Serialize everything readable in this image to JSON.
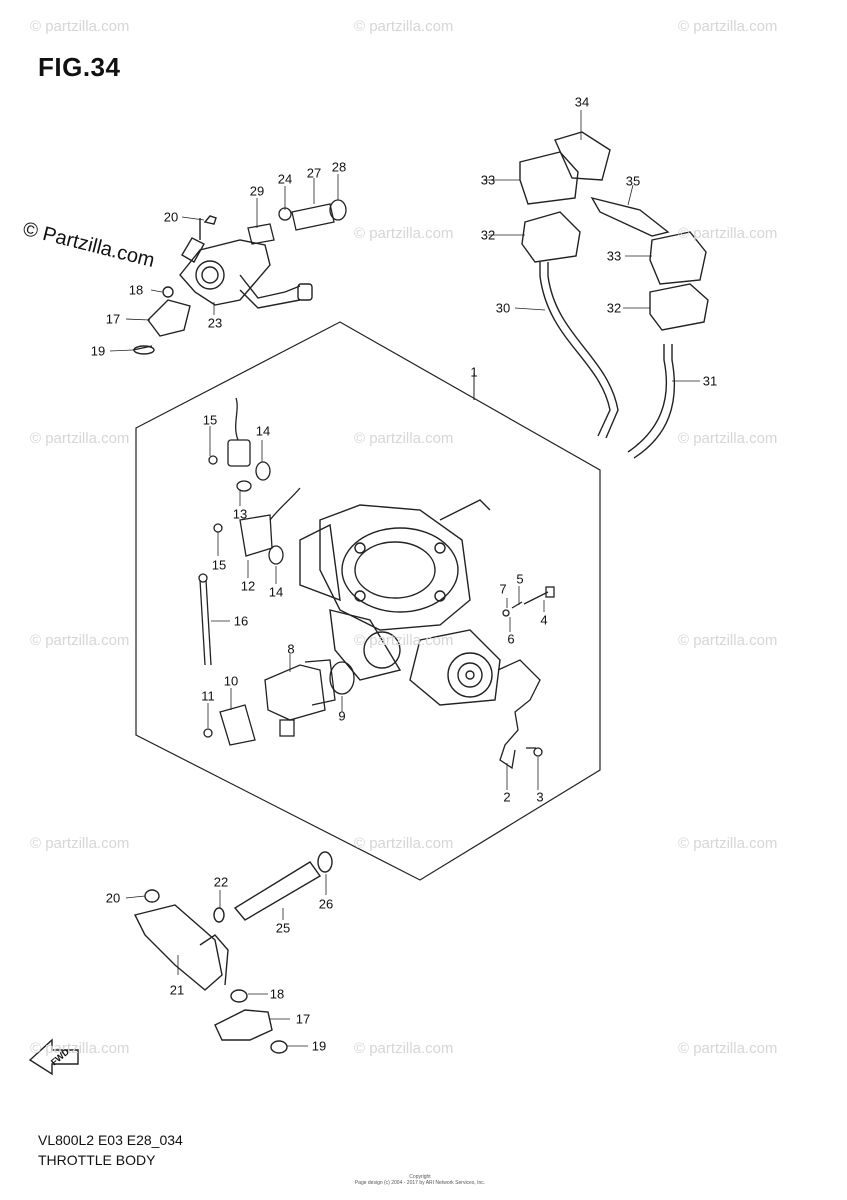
{
  "figure": {
    "title": "FIG.34"
  },
  "brand": "© Partzilla.com",
  "watermark": "© partzilla.com",
  "footer": {
    "model_code": "VL800L2 E03 E28_034",
    "title": "THROTTLE BODY"
  },
  "copyright": {
    "line1": "Copyright",
    "line2": "Page design (c) 2004 - 2017 by ARI Network Services, Inc."
  },
  "callouts": [
    "1",
    "2",
    "3",
    "4",
    "5",
    "6",
    "7",
    "8",
    "9",
    "10",
    "11",
    "12",
    "13",
    "14",
    "14",
    "15",
    "15",
    "16",
    "17",
    "17",
    "18",
    "18",
    "19",
    "19",
    "20",
    "20",
    "21",
    "22",
    "23",
    "24",
    "25",
    "26",
    "27",
    "28",
    "29",
    "30",
    "31",
    "32",
    "32",
    "33",
    "33",
    "34",
    "35"
  ],
  "fwd_label": "FWD"
}
